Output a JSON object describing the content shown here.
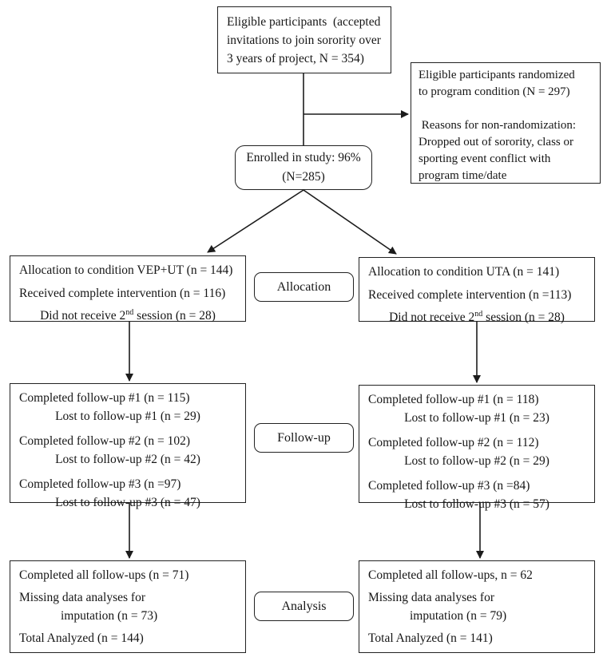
{
  "stage_labels": {
    "allocation": "Allocation",
    "followup": "Follow-up",
    "analysis": "Analysis"
  },
  "boxes": {
    "eligible": {
      "lines": [
        "Eligible participants  (accepted",
        "invitations to join sorority over",
        "3 years of project, N = 354)"
      ]
    },
    "randomized": {
      "lines": [
        "Eligible participants randomized",
        "to program condition (N = 297)",
        "",
        " Reasons for non-randomization:",
        "Dropped out of sorority, class or",
        "sporting event conflict with",
        "program time/date"
      ]
    },
    "enrolled": {
      "line1": "Enrolled in study: 96%",
      "line2": "(N=285)"
    },
    "alloc_left": {
      "line1": "Allocation to condition VEP+UT (n = 144)",
      "line2": "Received complete intervention (n = 116)",
      "line3_pre": "Did not receive 2",
      "line3_sup": "nd",
      "line3_post": " session (n = 28)"
    },
    "alloc_right": {
      "line1": "Allocation to condition UTA (n = 141)",
      "line2": "Received complete intervention (n =113)",
      "line3_pre": "Did not receive 2",
      "line3_sup": "nd",
      "line3_post": " session (n = 28)"
    },
    "followup_left": {
      "pairs": [
        [
          "Completed follow-up #1 (n = 115)",
          "Lost to follow-up #1 (n = 29)"
        ],
        [
          "Completed follow-up #2 (n = 102)",
          "Lost to follow-up #2 (n = 42)"
        ],
        [
          "Completed follow-up #3 (n =97)",
          "Lost to follow-up #3 (n = 47)"
        ]
      ]
    },
    "followup_right": {
      "pairs": [
        [
          "Completed follow-up #1 (n = 118)",
          "Lost to follow-up #1 (n = 23)"
        ],
        [
          "Completed follow-up #2 (n = 112)",
          "Lost to follow-up #2 (n = 29)"
        ],
        [
          "Completed follow-up #3 (n =84)",
          "Lost to follow-up #3 (n = 57)"
        ]
      ]
    },
    "analysis_left": {
      "line1": "Completed all follow-ups (n = 71)",
      "line2a": "Missing data analyses for",
      "line2b": "imputation (n = 73)",
      "line3": "Total Analyzed (n = 144)"
    },
    "analysis_right": {
      "line1": "Completed all follow-ups, n = 62",
      "line2a": "Missing data analyses for",
      "line2b": "imputation (n = 79)",
      "line3": "Total Analyzed (n = 141)"
    }
  },
  "colors": {
    "line": "#1c1c1c",
    "box_background": "#ffffff",
    "text": "#161616"
  }
}
